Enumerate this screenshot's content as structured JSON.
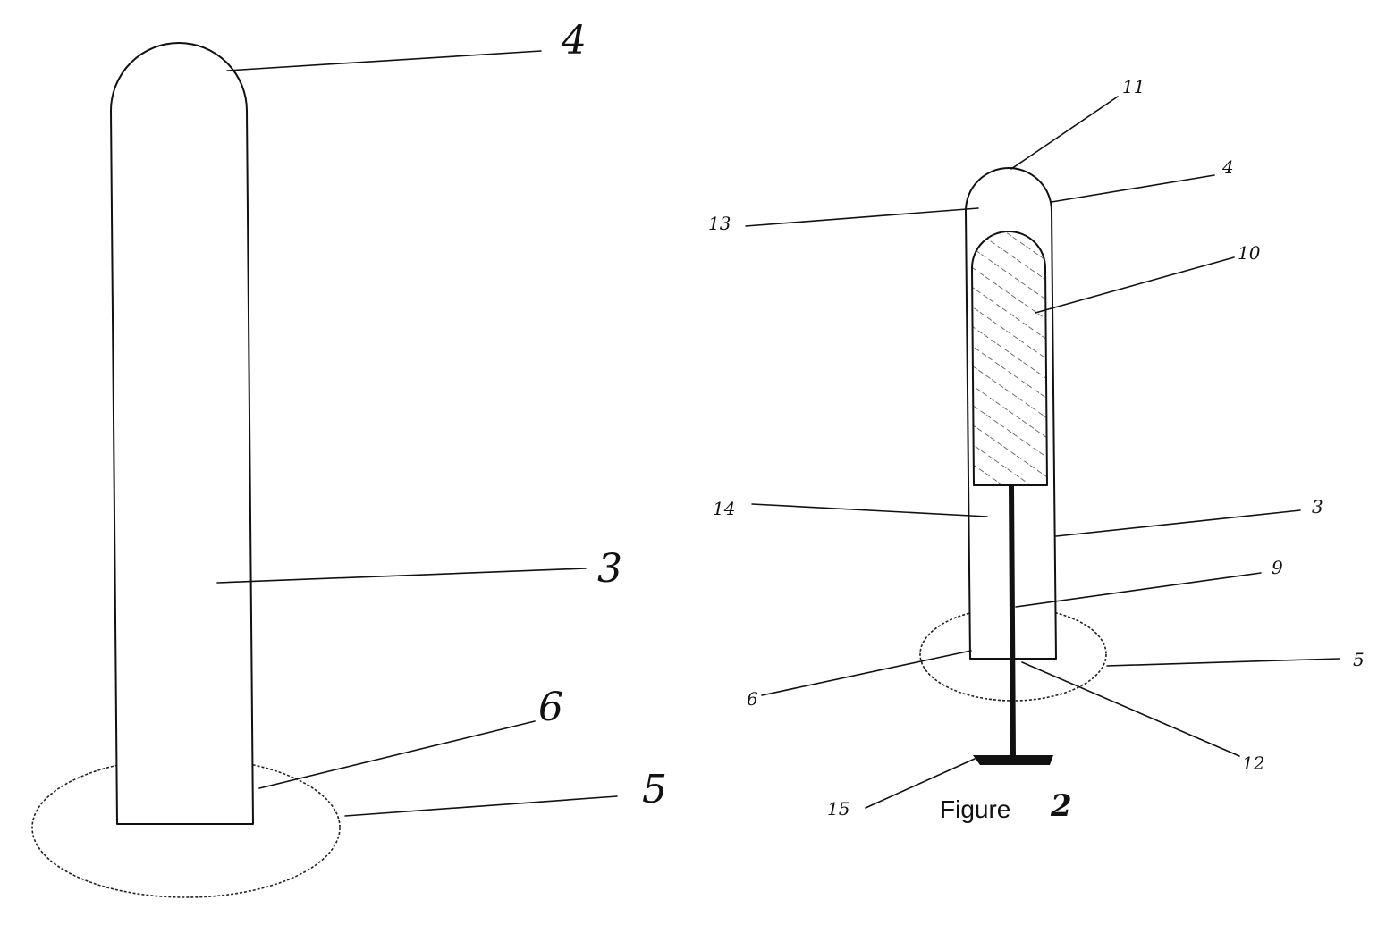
{
  "figure1": {
    "labels": {
      "cap": "4",
      "body": "3",
      "base": "5",
      "junction": "6"
    }
  },
  "figure2": {
    "caption": "Figure",
    "caption_number": "2",
    "labels": {
      "tip": "11",
      "cap": "4",
      "upper_space": "13",
      "insert": "10",
      "lower_space": "14",
      "body": "3",
      "rod": "9",
      "base": "5",
      "junction": "6",
      "rod_exit": "12",
      "handle": "15"
    }
  }
}
